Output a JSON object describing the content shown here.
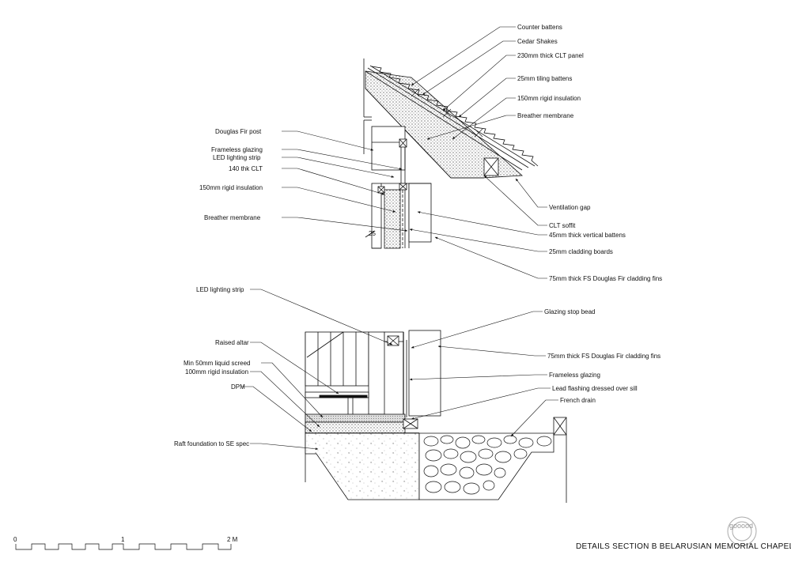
{
  "title": "DETAILS SECTION B BELARUSIAN MEMORIAL CHAPEL",
  "scale_labels": [
    "0",
    "1",
    "2 M"
  ],
  "dimension": "25",
  "watermark": "gooood",
  "upper_right_labels": [
    "Counter battens",
    "Cedar Shakes",
    "230mm thick CLT panel",
    "25mm tiling battens",
    "150mm rigid insulation",
    "Breather membrane",
    "Ventilation gap",
    "CLT soffit",
    "45mm thick vertical battens",
    "25mm cladding boards",
    "75mm thick FS Douglas Fir cladding fins"
  ],
  "upper_left_labels": [
    "Douglas Fir post",
    "Frameless glazing",
    "LED lighting strip",
    "140 thk CLT",
    "150mm rigid insulation",
    "Breather membrane"
  ],
  "lower_left_labels": [
    "LED lighting strip",
    "Raised altar",
    "Min 50mm liquid screed",
    "100mm rigid insulation",
    "DPM",
    "Raft foundation to SE spec"
  ],
  "lower_right_labels": [
    "Glazing stop bead",
    "75mm thick FS Douglas Fir cladding fins",
    "Frameless glazing",
    "Lead flashing dressed over sill",
    "French drain"
  ]
}
